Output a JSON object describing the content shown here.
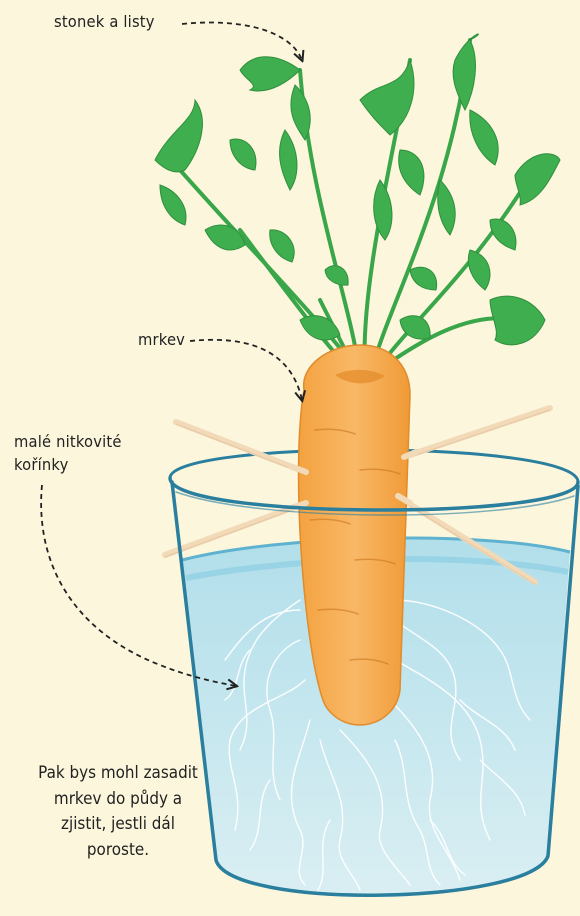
{
  "labels": {
    "stem_and_leaves": "stonek a listy",
    "carrot": "mrkev",
    "roots_line1": "malé nitkovité",
    "roots_line2": "kořínky"
  },
  "note": {
    "line1": "Pak bys mohl zasadit",
    "line2": "mrkev do půdy a",
    "line3": "zjistit, jestli dál",
    "line4": "poroste."
  },
  "colors": {
    "background": "#fbf6dc",
    "glass_rim": "#2a7f9e",
    "water": "#b9e3ef",
    "carrot": "#f6a64a",
    "leaf": "#3aa64a",
    "toothpick": "#f2d9b8",
    "arrow": "#222222"
  }
}
